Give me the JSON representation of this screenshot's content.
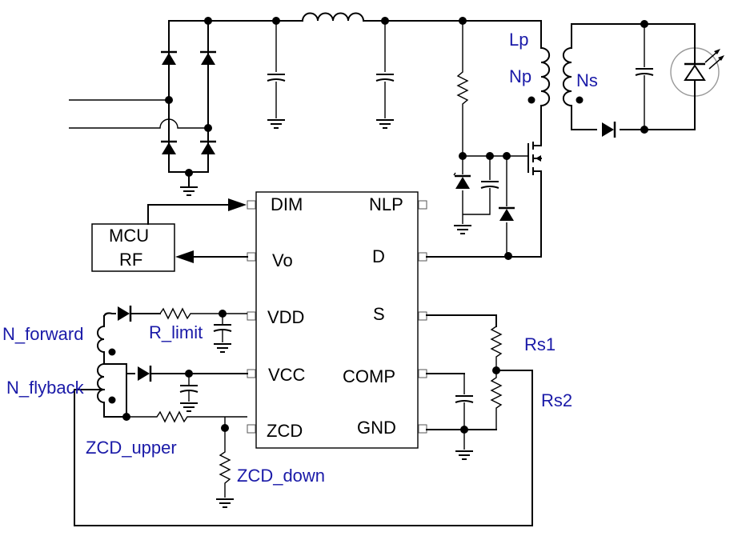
{
  "ic": {
    "left_pins": [
      "DIM",
      "Vo",
      "VDD",
      "VCC",
      "ZCD"
    ],
    "right_pins": [
      "NLP",
      "D",
      "S",
      "COMP",
      "GND"
    ]
  },
  "mcu": {
    "line1": "MCU",
    "line2": "RF"
  },
  "labels": {
    "lp": "Lp",
    "np": "Np",
    "ns": "Ns",
    "rs1": "Rs1",
    "rs2": "Rs2",
    "n_forward": "N_forward",
    "n_flyback": "N_flyback",
    "r_limit": "R_limit",
    "zcd_upper": "ZCD_upper",
    "zcd_down": "ZCD_down"
  },
  "colors": {
    "label_blue": "#1a1aa8",
    "wire": "#000000"
  }
}
